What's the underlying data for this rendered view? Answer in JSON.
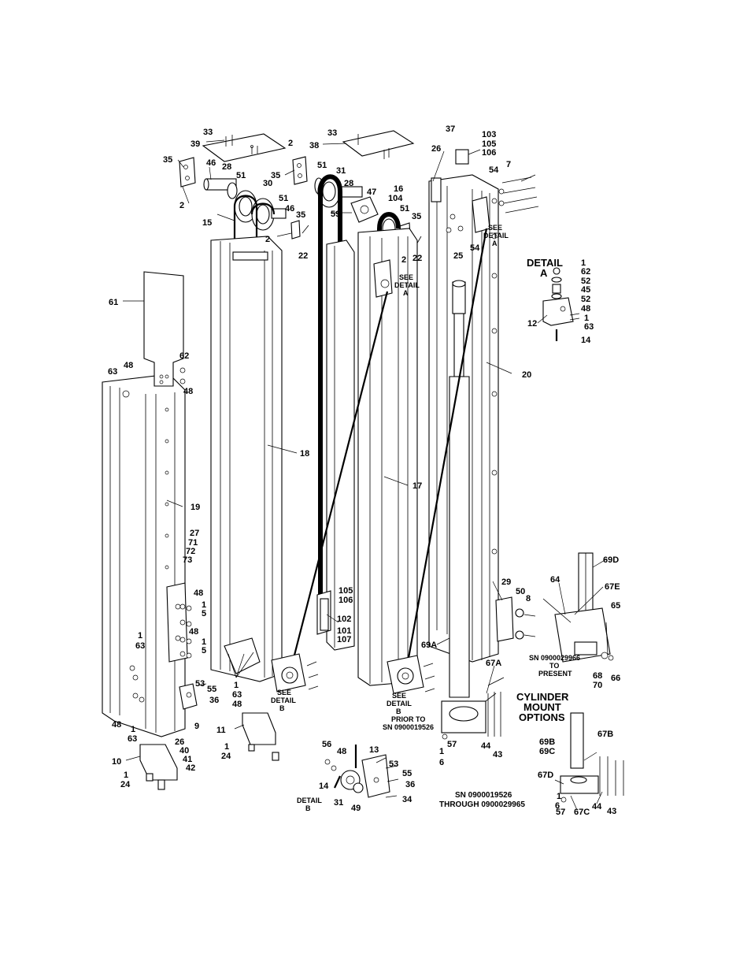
{
  "labels": [
    {
      "id": "33a",
      "text": "33"
    },
    {
      "id": "39",
      "text": "39"
    },
    {
      "id": "2a",
      "text": "2"
    },
    {
      "id": "33b",
      "text": "33"
    },
    {
      "id": "38",
      "text": "38"
    },
    {
      "id": "37",
      "text": "37"
    },
    {
      "id": "103",
      "text": "103"
    },
    {
      "id": "105a",
      "text": "105"
    },
    {
      "id": "106a",
      "text": "106"
    },
    {
      "id": "26a",
      "text": "26"
    },
    {
      "id": "35a",
      "text": "35"
    },
    {
      "id": "46a",
      "text": "46"
    },
    {
      "id": "28a",
      "text": "28"
    },
    {
      "id": "51a",
      "text": "51"
    },
    {
      "id": "30",
      "text": "30"
    },
    {
      "id": "35b",
      "text": "35"
    },
    {
      "id": "51b",
      "text": "51"
    },
    {
      "id": "31a",
      "text": "31"
    },
    {
      "id": "28b",
      "text": "28"
    },
    {
      "id": "7",
      "text": "7"
    },
    {
      "id": "54a",
      "text": "54"
    },
    {
      "id": "2b",
      "text": "2"
    },
    {
      "id": "47",
      "text": "47"
    },
    {
      "id": "16",
      "text": "16"
    },
    {
      "id": "104",
      "text": "104"
    },
    {
      "id": "15",
      "text": "15"
    },
    {
      "id": "51c",
      "text": "51"
    },
    {
      "id": "46b",
      "text": "46"
    },
    {
      "id": "59",
      "text": "59"
    },
    {
      "id": "51d",
      "text": "51"
    },
    {
      "id": "35c",
      "text": "35"
    },
    {
      "id": "35d",
      "text": "35"
    },
    {
      "id": "2c",
      "text": "2"
    },
    {
      "id": "22a",
      "text": "22"
    },
    {
      "id": "2d",
      "text": "2"
    },
    {
      "id": "22b",
      "text": "22"
    },
    {
      "id": "25",
      "text": "25"
    },
    {
      "id": "54b",
      "text": "54"
    },
    {
      "id": "see_a1_1",
      "text": "SEE"
    },
    {
      "id": "see_a1_2",
      "text": "DETAIL"
    },
    {
      "id": "see_a1_3",
      "text": "A"
    },
    {
      "id": "see_a2_1",
      "text": "SEE"
    },
    {
      "id": "see_a2_2",
      "text": "DETAIL"
    },
    {
      "id": "see_a2_3",
      "text": "A"
    },
    {
      "id": "detA_1",
      "text": "DETAIL"
    },
    {
      "id": "detA_2",
      "text": "A"
    },
    {
      "id": "1a",
      "text": "1"
    },
    {
      "id": "62a",
      "text": "62"
    },
    {
      "id": "52a",
      "text": "52"
    },
    {
      "id": "45",
      "text": "45"
    },
    {
      "id": "52b",
      "text": "52"
    },
    {
      "id": "48a",
      "text": "48"
    },
    {
      "id": "12",
      "text": "12"
    },
    {
      "id": "1b",
      "text": "1"
    },
    {
      "id": "63a",
      "text": "63"
    },
    {
      "id": "14a",
      "text": "14"
    },
    {
      "id": "61",
      "text": "61"
    },
    {
      "id": "62b",
      "text": "62"
    },
    {
      "id": "63b",
      "text": "63"
    },
    {
      "id": "48b",
      "text": "48"
    },
    {
      "id": "48c",
      "text": "48"
    },
    {
      "id": "20",
      "text": "20"
    },
    {
      "id": "18",
      "text": "18"
    },
    {
      "id": "17",
      "text": "17"
    },
    {
      "id": "19",
      "text": "19"
    },
    {
      "id": "27",
      "text": "27"
    },
    {
      "id": "71",
      "text": "71"
    },
    {
      "id": "72",
      "text": "72"
    },
    {
      "id": "73",
      "text": "73"
    },
    {
      "id": "69D",
      "text": "69D"
    },
    {
      "id": "48d",
      "text": "48"
    },
    {
      "id": "1c",
      "text": "1"
    },
    {
      "id": "5a",
      "text": "5"
    },
    {
      "id": "105b",
      "text": "105"
    },
    {
      "id": "106b",
      "text": "106"
    },
    {
      "id": "29",
      "text": "29"
    },
    {
      "id": "64",
      "text": "64"
    },
    {
      "id": "67E",
      "text": "67E"
    },
    {
      "id": "50",
      "text": "50"
    },
    {
      "id": "8",
      "text": "8"
    },
    {
      "id": "65",
      "text": "65"
    },
    {
      "id": "102",
      "text": "102"
    },
    {
      "id": "101",
      "text": "101"
    },
    {
      "id": "107",
      "text": "107"
    },
    {
      "id": "48e",
      "text": "48"
    },
    {
      "id": "1d",
      "text": "1"
    },
    {
      "id": "5b",
      "text": "5"
    },
    {
      "id": "1e",
      "text": "1"
    },
    {
      "id": "63c",
      "text": "63"
    },
    {
      "id": "69A",
      "text": "69A"
    },
    {
      "id": "sn1_1",
      "text": "SN 0900029966"
    },
    {
      "id": "sn1_2",
      "text": "TO"
    },
    {
      "id": "sn1_3",
      "text": "PRESENT"
    },
    {
      "id": "68",
      "text": "68"
    },
    {
      "id": "70",
      "text": "70"
    },
    {
      "id": "66",
      "text": "66"
    },
    {
      "id": "67A",
      "text": "67A"
    },
    {
      "id": "53a",
      "text": "53"
    },
    {
      "id": "55a",
      "text": "55"
    },
    {
      "id": "36a",
      "text": "36"
    },
    {
      "id": "1f",
      "text": "1"
    },
    {
      "id": "63d",
      "text": "63"
    },
    {
      "id": "48f",
      "text": "48"
    },
    {
      "id": "seeB1_1",
      "text": "SEE"
    },
    {
      "id": "seeB1_2",
      "text": "DETAIL"
    },
    {
      "id": "seeB1_3",
      "text": "B"
    },
    {
      "id": "seeB2_1",
      "text": "SEE"
    },
    {
      "id": "seeB2_2",
      "text": "DETAIL"
    },
    {
      "id": "seeB2_3",
      "text": "B"
    },
    {
      "id": "seeB2_4",
      "text": "PRIOR TO"
    },
    {
      "id": "seeB2_5",
      "text": "SN 0900019526"
    },
    {
      "id": "cyl_1",
      "text": "CYLINDER"
    },
    {
      "id": "cyl_2",
      "text": "MOUNT"
    },
    {
      "id": "cyl_3",
      "text": "OPTIONS"
    },
    {
      "id": "48g",
      "text": "48"
    },
    {
      "id": "1g",
      "text": "1"
    },
    {
      "id": "63e",
      "text": "63"
    },
    {
      "id": "9",
      "text": "9"
    },
    {
      "id": "26b",
      "text": "26"
    },
    {
      "id": "40",
      "text": "40"
    },
    {
      "id": "41",
      "text": "41"
    },
    {
      "id": "42",
      "text": "42"
    },
    {
      "id": "11",
      "text": "11"
    },
    {
      "id": "1h",
      "text": "1"
    },
    {
      "id": "24a",
      "text": "24"
    },
    {
      "id": "57a",
      "text": "57"
    },
    {
      "id": "1i",
      "text": "1"
    },
    {
      "id": "6a",
      "text": "6"
    },
    {
      "id": "44a",
      "text": "44"
    },
    {
      "id": "43a",
      "text": "43"
    },
    {
      "id": "69B",
      "text": "69B"
    },
    {
      "id": "69C",
      "text": "69C"
    },
    {
      "id": "67B",
      "text": "67B"
    },
    {
      "id": "10",
      "text": "10"
    },
    {
      "id": "1j",
      "text": "1"
    },
    {
      "id": "24b",
      "text": "24"
    },
    {
      "id": "56",
      "text": "56"
    },
    {
      "id": "48h",
      "text": "48"
    },
    {
      "id": "13",
      "text": "13"
    },
    {
      "id": "53b",
      "text": "53"
    },
    {
      "id": "55b",
      "text": "55"
    },
    {
      "id": "36b",
      "text": "36"
    },
    {
      "id": "14b",
      "text": "14"
    },
    {
      "id": "34",
      "text": "34"
    },
    {
      "id": "67D",
      "text": "67D"
    },
    {
      "id": "detB_1",
      "text": "DETAIL"
    },
    {
      "id": "detB_2",
      "text": "B"
    },
    {
      "id": "31b",
      "text": "31"
    },
    {
      "id": "49",
      "text": "49"
    },
    {
      "id": "sn2_1",
      "text": "SN 0900019526"
    },
    {
      "id": "sn2_2",
      "text": "THROUGH 0900029965"
    },
    {
      "id": "1k",
      "text": "1"
    },
    {
      "id": "6b",
      "text": "6"
    },
    {
      "id": "57b",
      "text": "57"
    },
    {
      "id": "67C",
      "text": "67C"
    },
    {
      "id": "44b",
      "text": "44"
    },
    {
      "id": "43b",
      "text": "43"
    }
  ]
}
